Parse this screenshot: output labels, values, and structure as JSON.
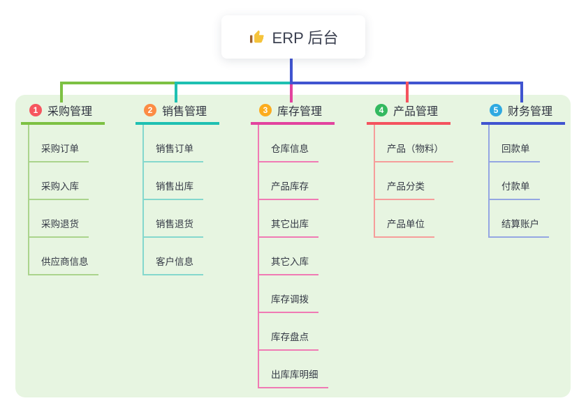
{
  "root": {
    "label": "ERP 后台",
    "icon": "thumbs-up-icon",
    "icon_color": "#f5c33b"
  },
  "panel_bg": "#e7f5e1",
  "root_connector_color": "#4054d0",
  "branches": [
    {
      "number": "1",
      "title": "采购管理",
      "badge_color": "#f6555f",
      "line_color": "#7dc143",
      "child_line_color": "#aad48c",
      "children": [
        "采购订单",
        "采购入库",
        "采购退货",
        "供应商信息"
      ]
    },
    {
      "number": "2",
      "title": "销售管理",
      "badge_color": "#fc8c44",
      "line_color": "#1fc0b2",
      "child_line_color": "#84d8cd",
      "children": [
        "销售订单",
        "销售出库",
        "销售退货",
        "客户信息"
      ]
    },
    {
      "number": "3",
      "title": "库存管理",
      "badge_color": "#fcac1d",
      "line_color": "#e2439e",
      "child_line_color": "#f07ab4",
      "children": [
        "仓库信息",
        "产品库存",
        "其它出库",
        "其它入库",
        "库存调拨",
        "库存盘点",
        "出库库明细"
      ]
    },
    {
      "number": "4",
      "title": "产品管理",
      "badge_color": "#33b95f",
      "line_color": "#f4535f",
      "child_line_color": "#f69d9a",
      "children": [
        "产品（物料）",
        "产品分类",
        "产品单位"
      ]
    },
    {
      "number": "5",
      "title": "财务管理",
      "badge_color": "#2ea9e1",
      "line_color": "#4054d0",
      "child_line_color": "#94a6e2",
      "children": [
        "回款单",
        "付款单",
        "结算账户"
      ]
    }
  ]
}
